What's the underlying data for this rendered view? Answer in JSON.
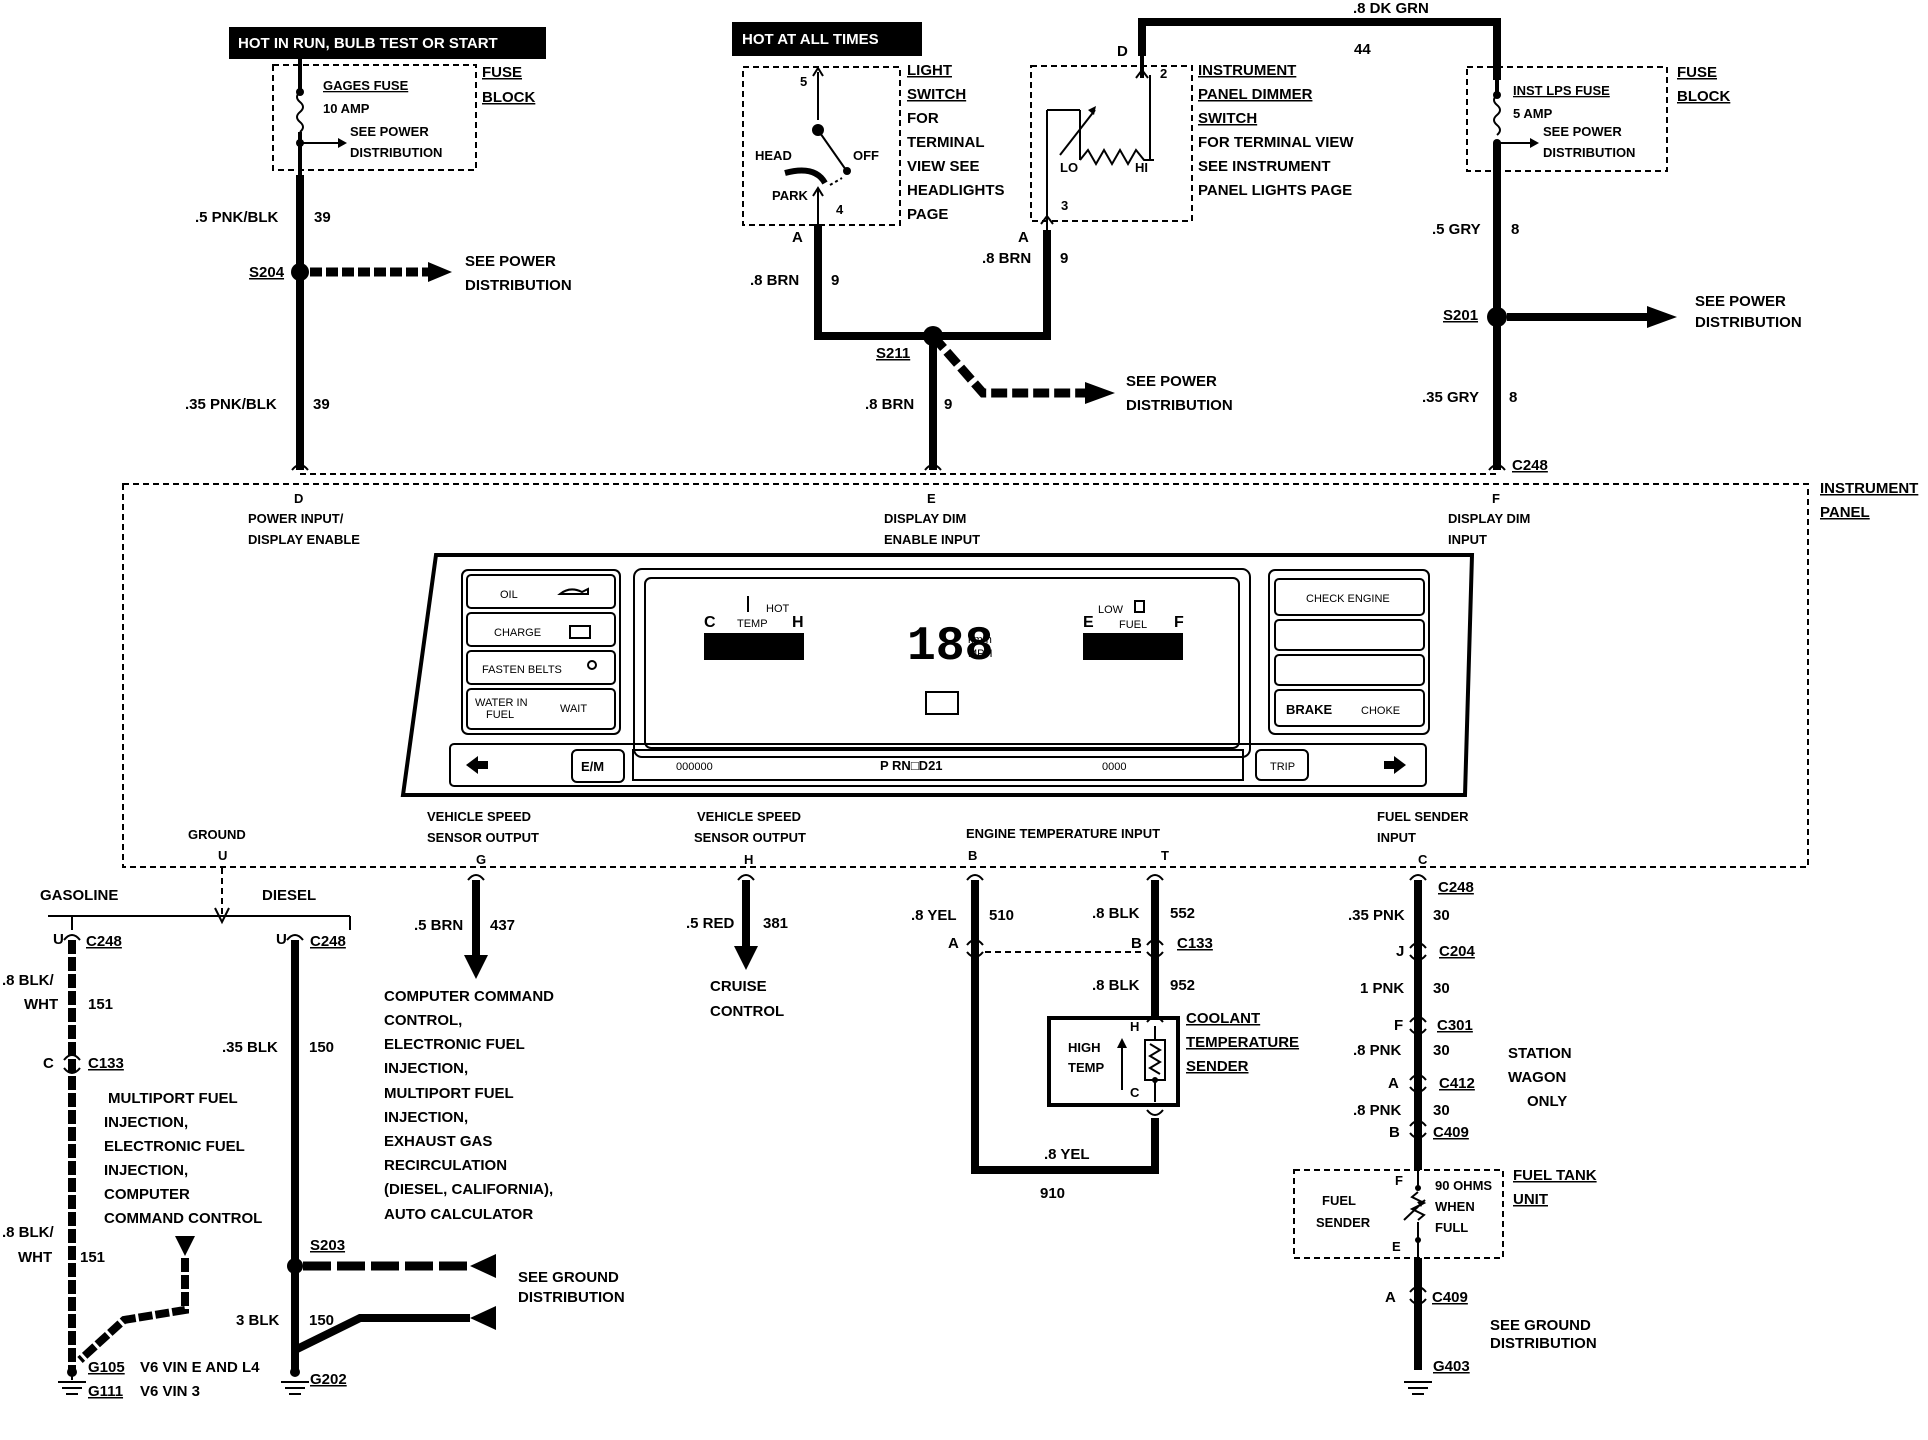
{
  "header": {
    "hot_run": "HOT IN RUN, BULB TEST OR START",
    "hot_all": "HOT AT ALL TIMES"
  },
  "fuse_left": {
    "block1": "FUSE",
    "block2": "BLOCK",
    "name": "GAGES FUSE",
    "amp": "10 AMP",
    "see1": "SEE POWER",
    "see2": "DISTRIBUTION"
  },
  "fuse_right": {
    "block1": "FUSE",
    "block2": "BLOCK",
    "name": "INST LPS FUSE",
    "amp": "5 AMP",
    "see1": "SEE POWER",
    "see2": "DISTRIBUTION"
  },
  "light_switch": {
    "label": [
      "LIGHT",
      "SWITCH",
      "FOR",
      "TERMINAL",
      "VIEW SEE",
      "HEADLIGHTS",
      "PAGE"
    ],
    "head": "HEAD",
    "off": "OFF",
    "park": "PARK",
    "pin5": "5",
    "pin4": "4",
    "pinA": "A"
  },
  "dimmer": {
    "label": [
      "INSTRUMENT",
      "PANEL DIMMER",
      "SWITCH",
      "FOR TERMINAL VIEW",
      "SEE INSTRUMENT",
      "PANEL LIGHTS PAGE"
    ],
    "lo": "LO",
    "hi": "HI",
    "pin2": "2",
    "pin3": "3",
    "pinA": "A",
    "pinD": "D"
  },
  "wires": {
    "w39a": ".5 PNK/BLK",
    "c39a": "39",
    "w39b": ".35 PNK/BLK",
    "c39b": "39",
    "w9a": ".8 BRN",
    "c9a": "9",
    "w9b": ".8 BRN",
    "c9b": "9",
    "w9c": ".8 BRN",
    "c9c": "9",
    "w44": ".8 DK GRN",
    "c44": "44",
    "w8a": ".5 GRY",
    "c8a": "8",
    "w8b": ".35 GRY",
    "c8b": "8"
  },
  "splices": {
    "s204": "S204",
    "s211": "S211",
    "s201": "S201",
    "s203": "S203",
    "c248": "C248"
  },
  "see_power": {
    "l1": "SEE POWER",
    "l2": "DISTRIBUTION"
  },
  "panel": {
    "title1": "INSTRUMENT",
    "title2": "PANEL",
    "D": "D",
    "D1": "POWER INPUT/",
    "D2": "DISPLAY ENABLE",
    "E": "E",
    "E1": "DISPLAY DIM",
    "E2": "ENABLE INPUT",
    "F": "F",
    "F1": "DISPLAY DIM",
    "F2": "INPUT",
    "U": "U",
    "U1": "GROUND",
    "G": "G",
    "G1": "VEHICLE SPEED",
    "G2": "SENSOR OUTPUT",
    "H": "H",
    "H1": "VEHICLE SPEED",
    "H2": "SENSOR OUTPUT",
    "B": "B",
    "T": "T",
    "BT1": "ENGINE TEMPERATURE INPUT",
    "C": "C",
    "C1": "FUEL SENDER",
    "C2": "INPUT"
  },
  "cluster": {
    "oil": "OIL",
    "charge": "CHARGE",
    "fasten": "FASTEN BELTS",
    "water1": "WATER IN",
    "water2": "FUEL",
    "wait": "WAIT",
    "temp_c": "C",
    "temp_h": "H",
    "hot": "HOT",
    "temp": "TEMP",
    "speed": "188",
    "kmh": "km/h",
    "mph": "MPH",
    "fuel_e": "E",
    "fuel_f": "F",
    "low": "LOW",
    "fuel": "FUEL",
    "check": "CHECK ENGINE",
    "brake": "BRAKE",
    "choke": "CHOKE",
    "em": "E/M",
    "odo1": "000000",
    "prnd": "P     RN□D21",
    "odo2": "0000",
    "trip": "TRIP"
  },
  "ground": {
    "gasoline": "GASOLINE",
    "diesel": "DIESEL",
    "u1": "U",
    "c248a": "C248",
    "u2": "U",
    "c248b": "C248",
    "w151a1": ".8 BLK/",
    "w151a2": "WHT",
    "c151a": "151",
    "cC": "C",
    "c133": "C133",
    "multi": [
      "MULTIPORT FUEL",
      "INJECTION,",
      "ELECTRONIC FUEL",
      "INJECTION,",
      "COMPUTER",
      "COMMAND CONTROL"
    ],
    "w151b1": ".8 BLK/",
    "w151b2": "WHT",
    "c151b": "151",
    "w150a": ".35 BLK",
    "c150a": "150",
    "w150b": "3 BLK",
    "c150b": "150",
    "g105": "G105",
    "g105t": "V6 VIN E AND L4",
    "g111": "G111",
    "g111t": "V6 VIN 3",
    "g202": "G202",
    "see1": "SEE GROUND",
    "see2": "DISTRIBUTION"
  },
  "speed_out": {
    "w437": ".5 BRN",
    "c437": "437",
    "ccc": [
      "COMPUTER COMMAND",
      "CONTROL,",
      "ELECTRONIC FUEL",
      "INJECTION,",
      "MULTIPORT FUEL",
      "INJECTION,",
      "EXHAUST GAS",
      "RECIRCULATION",
      "(DIESEL, CALIFORNIA),",
      "AUTO CALCULATOR"
    ],
    "w381": ".5 RED",
    "c381": "381",
    "cruise1": "CRUISE",
    "cruise2": "CONTROL"
  },
  "temp": {
    "w510": ".8 YEL",
    "c510": "510",
    "pinA": "A",
    "w552": ".8 BLK",
    "c552": "552",
    "pinB": "B",
    "c133": "C133",
    "w952": ".8 BLK",
    "c952": "952",
    "w910": ".8 YEL",
    "c910": "910",
    "high": "HIGH",
    "tmp": "TEMP",
    "H": "H",
    "C": "C",
    "s1": "COOLANT",
    "s2": "TEMPERATURE",
    "s3": "SENDER"
  },
  "fuel": {
    "c248": "C248",
    "w30a": ".35 PNK",
    "c30a": "30",
    "J": "J",
    "c204": "C204",
    "w30b": "1 PNK",
    "c30b": "30",
    "F": "F",
    "c301": "C301",
    "w30c": ".8 PNK",
    "c30c": "30",
    "A": "A",
    "c412": "C412",
    "w30d": ".8 PNK",
    "c30d": "30",
    "B": "B",
    "c409": "C409",
    "sw1": "STATION",
    "sw2": "WAGON",
    "sw3": "ONLY",
    "tank1": "FUEL TANK",
    "tank2": "UNIT",
    "sender1": "FUEL",
    "sender2": "SENDER",
    "ohm1": "90 OHMS",
    "ohm2": "WHEN",
    "ohm3": "FULL",
    "pF": "F",
    "pE": "E",
    "A2": "A",
    "c409b": "C409",
    "see1": "SEE GROUND",
    "see2": "DISTRIBUTION",
    "g403": "G403"
  }
}
